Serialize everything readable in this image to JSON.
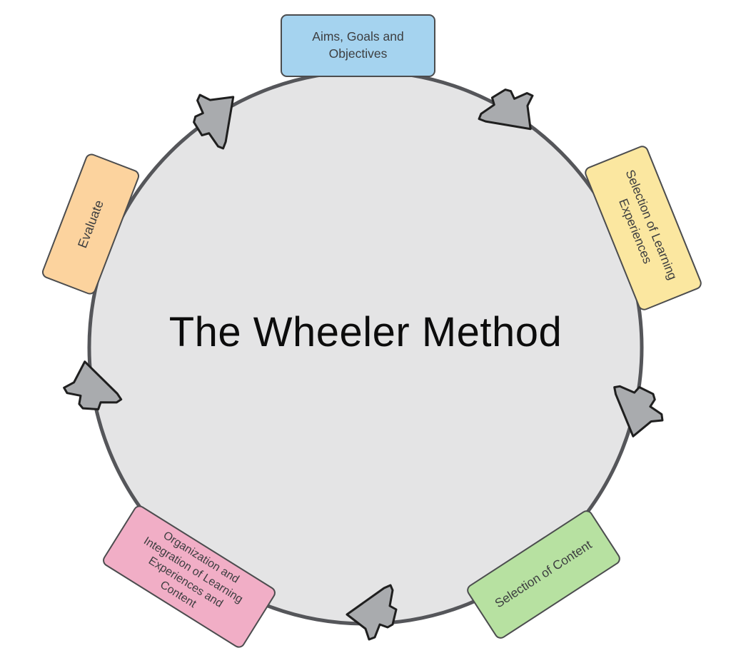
{
  "diagram": {
    "title": "The Wheeler Method",
    "type": "cycle",
    "direction": "clockwise"
  },
  "colors": {
    "background": "#ffffff",
    "circle_fill": "#e4e4e5",
    "circle_border": "#55565a",
    "arrow_fill": "#a9abae",
    "arrow_stroke": "#1f1f1f",
    "node_border": "#4b4c4e",
    "node_text": "#3d3e40",
    "title_color": "#0c0c0c"
  },
  "nodes": [
    {
      "id": "aims",
      "label": "Aims, Goals and\nObjectives",
      "color": "#a5d3ef",
      "position": "top"
    },
    {
      "id": "learning-experiences",
      "label": "Selection of Learning\nExperiences",
      "color": "#fbe7a0",
      "position": "right"
    },
    {
      "id": "content",
      "label": "Selection of Content",
      "color": "#b7e1a1",
      "position": "bottom-right"
    },
    {
      "id": "organization",
      "label": "Organization and\nIntegration of Learning\nExperiences and\nContent",
      "color": "#f1aec6",
      "position": "bottom-left"
    },
    {
      "id": "evaluate",
      "label": "Evaluate",
      "color": "#fcd39e",
      "position": "left"
    }
  ],
  "arrows": [
    {
      "from": "evaluate",
      "to": "aims"
    },
    {
      "from": "aims",
      "to": "learning-experiences"
    },
    {
      "from": "learning-experiences",
      "to": "content"
    },
    {
      "from": "content",
      "to": "organization"
    },
    {
      "from": "organization",
      "to": "evaluate"
    }
  ]
}
